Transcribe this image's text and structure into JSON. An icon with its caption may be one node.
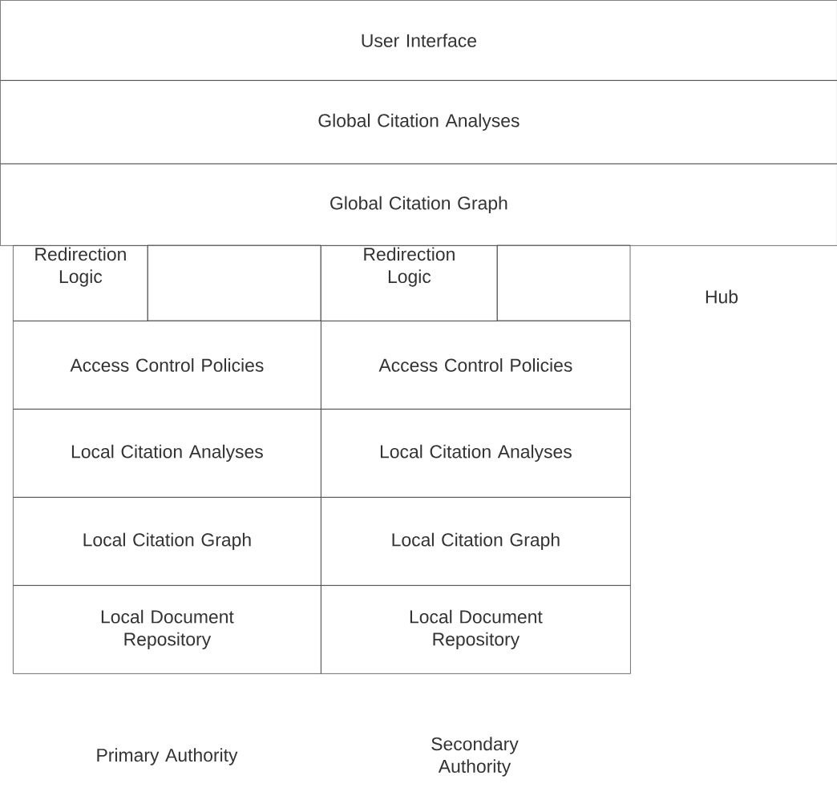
{
  "diagram": {
    "nodes": [
      {
        "text": [
          "User Interface"
        ]
      },
      {
        "text": [
          "Global Citation Analyses"
        ]
      },
      {
        "text": [
          "Global Citation Graph"
        ]
      },
      {
        "text": [
          "Redirection Logic"
        ]
      },
      {
        "text": [
          "Access Control Policies"
        ]
      },
      {
        "text": [
          "Local Citation Analyses"
        ]
      },
      {
        "text": [
          "Local Citation Graph"
        ]
      },
      {
        "text": [
          "Local Document Repository"
        ]
      },
      {
        "text": [
          "Redirection Logic"
        ]
      },
      {
        "text": [
          "Access Control Policies"
        ]
      },
      {
        "text": [
          "Local Citation Analyses"
        ]
      },
      {
        "text": [
          "Local Citation Graph"
        ]
      },
      {
        "text": [
          "Local Document Repository"
        ]
      }
    ],
    "labels": [
      "Hub",
      "Primary Authority",
      "Secondary Authority"
    ]
  }
}
